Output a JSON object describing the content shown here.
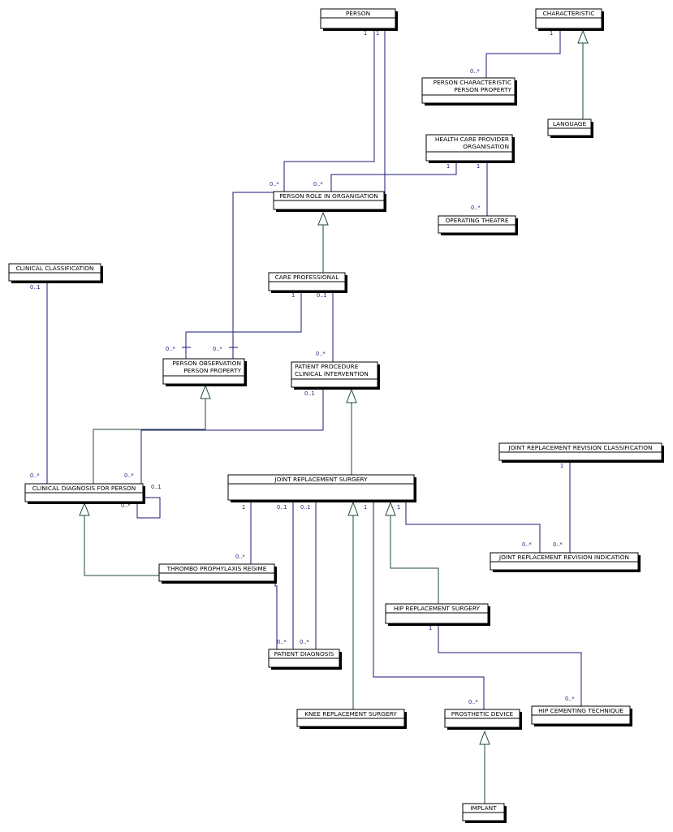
{
  "colors": {
    "association_line": "#1a1a7a",
    "generalization_line": "#1f4a3a",
    "multiplicity_text": "#1a1a7a",
    "box_border": "#000000",
    "box_shadow": "#000000",
    "box_fill": "#ffffff"
  },
  "classes": {
    "person": {
      "lines": [
        "PERSON"
      ]
    },
    "characteristic": {
      "lines": [
        "CHARACTERISTIC"
      ]
    },
    "person_characteristic": {
      "lines": [
        "PERSON CHARACTERISTIC",
        "PERSON PROPERTY"
      ]
    },
    "language": {
      "lines": [
        "LANGUAGE"
      ]
    },
    "health_care_provider_organisation": {
      "lines": [
        "HEALTH CARE PROVIDER",
        "ORGANISATION"
      ]
    },
    "person_role_in_organisation": {
      "lines": [
        "PERSON ROLE IN ORGANISATION"
      ]
    },
    "operating_theatre": {
      "lines": [
        "OPERATING THEATRE"
      ]
    },
    "clinical_classification": {
      "lines": [
        "CLINICAL CLASSIFICATION"
      ]
    },
    "care_professional": {
      "lines": [
        "CARE PROFESSIONAL"
      ]
    },
    "person_observation": {
      "lines": [
        "PERSON OBSERVATION",
        "PERSON PROPERTY"
      ]
    },
    "patient_procedure": {
      "lines": [
        "PATIENT PROCEDURE",
        "CLINICAL INTERVENTION"
      ]
    },
    "joint_replacement_revision_classification": {
      "lines": [
        "JOINT REPLACEMENT REVISION CLASSIFICATION"
      ]
    },
    "clinical_diagnosis_for_person": {
      "lines": [
        "CLINICAL DIAGNOSIS FOR PERSON"
      ]
    },
    "joint_replacement_surgery": {
      "lines": [
        "JOINT REPLACEMENT SURGERY"
      ]
    },
    "joint_replacement_revision_indication": {
      "lines": [
        "JOINT REPLACEMENT REVISION INDICATION"
      ]
    },
    "thrombo_prophylaxis_regime": {
      "lines": [
        "THROMBO PROPHYLAXIS REGIME"
      ]
    },
    "hip_replacement_surgery": {
      "lines": [
        "HIP REPLACEMENT SURGERY"
      ]
    },
    "patient_diagnosis": {
      "lines": [
        "PATIENT DIAGNOSIS"
      ]
    },
    "knee_replacement_surgery": {
      "lines": [
        "KNEE REPLACEMENT SURGERY"
      ]
    },
    "prosthetic_device": {
      "lines": [
        "PROSTHETIC DEVICE"
      ]
    },
    "hip_cementing_technique": {
      "lines": [
        "HIP CEMENTING TECHNIQUE"
      ]
    },
    "implant": {
      "lines": [
        "IMPLANT"
      ]
    }
  },
  "multiplicities": {
    "person_a": "1",
    "person_b": "1",
    "characteristic_a": "1",
    "person_characteristic_a": "0..*",
    "person_role_a": "0..*",
    "person_role_b": "0..*",
    "hcpo_a": "1",
    "hcpo_b": "1",
    "operating_theatre_a": "0..*",
    "clinical_classification_a": "0..1",
    "care_professional_a": "1",
    "care_professional_b": "0..1",
    "person_observation_a": "0..*",
    "person_observation_b": "0..*",
    "patient_procedure_a": "0..*",
    "patient_procedure_b": "0..1",
    "jrr_classification_a": "1",
    "cdfp_a": "0..*",
    "cdfp_b": "0..*",
    "cdfp_self_a": "0..1",
    "cdfp_self_b": "0..*",
    "jrs_a": "1",
    "jrs_b": "0..1",
    "jrs_c": "0..1",
    "jrs_d": "1",
    "jrs_e": "1",
    "jrr_indication_a": "0..*",
    "jrr_indication_b": "0..*",
    "thrombo_a": "0..*",
    "patient_diagnosis_a": "0..*",
    "patient_diagnosis_b": "0..*",
    "hip_surgery_a": "1",
    "prosthetic_device_a": "0..*",
    "hip_cementing_a": "0..*"
  }
}
